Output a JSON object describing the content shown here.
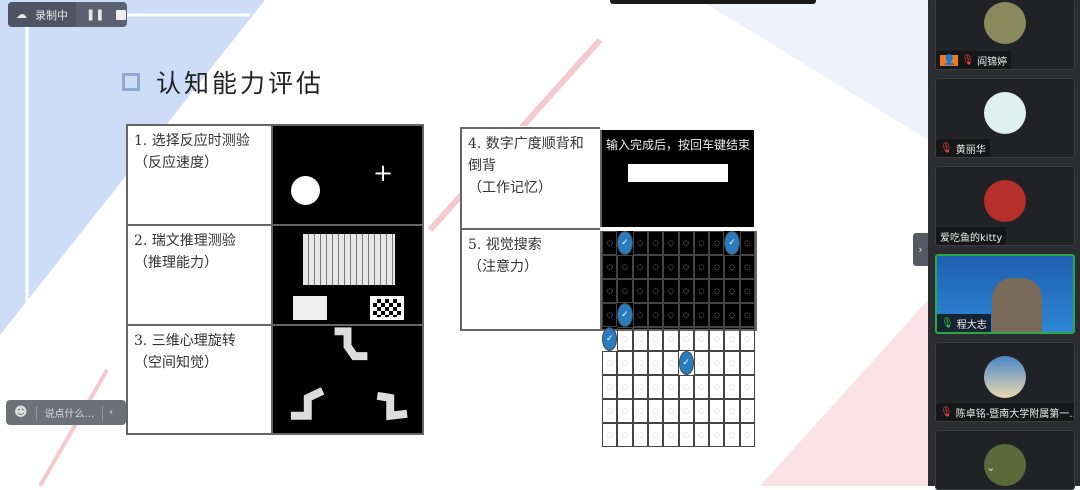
{
  "recording": {
    "label": "录制中",
    "pause_icon": "pause-icon",
    "stop_icon": "stop-icon"
  },
  "slide": {
    "title": "认知能力评估",
    "left_table": [
      {
        "name": "1. 选择反应时测验",
        "sub": "（反应速度）"
      },
      {
        "name": "2. 瑞文推理测验",
        "sub": "（推理能力）"
      },
      {
        "name": "3. 三维心理旋转",
        "sub": "（空间知觉）"
      }
    ],
    "right_table": [
      {
        "name": "4. 数字广度顺背和倒背",
        "sub": "（工作记忆）",
        "image_text": "输入完成后，按回车键结束"
      },
      {
        "name": "5. 视觉搜索",
        "sub": "（注意力）"
      }
    ]
  },
  "chat": {
    "placeholder": "说点什么..."
  },
  "participants": [
    {
      "name": "阎锦婷",
      "muted": true
    },
    {
      "name": "黄丽华",
      "muted": true
    },
    {
      "name": "爱吃鱼的kitty",
      "muted": false
    },
    {
      "name": "程大志",
      "muted": false,
      "speaking": true
    },
    {
      "name": "陈卓铭-暨南大学附属第一...",
      "muted": true
    },
    {
      "name": ""
    }
  ],
  "colors": {
    "accent_green": "#2aa84a",
    "sidebar_bg": "#2b2d31",
    "slide_blue": "#cddcf7"
  }
}
